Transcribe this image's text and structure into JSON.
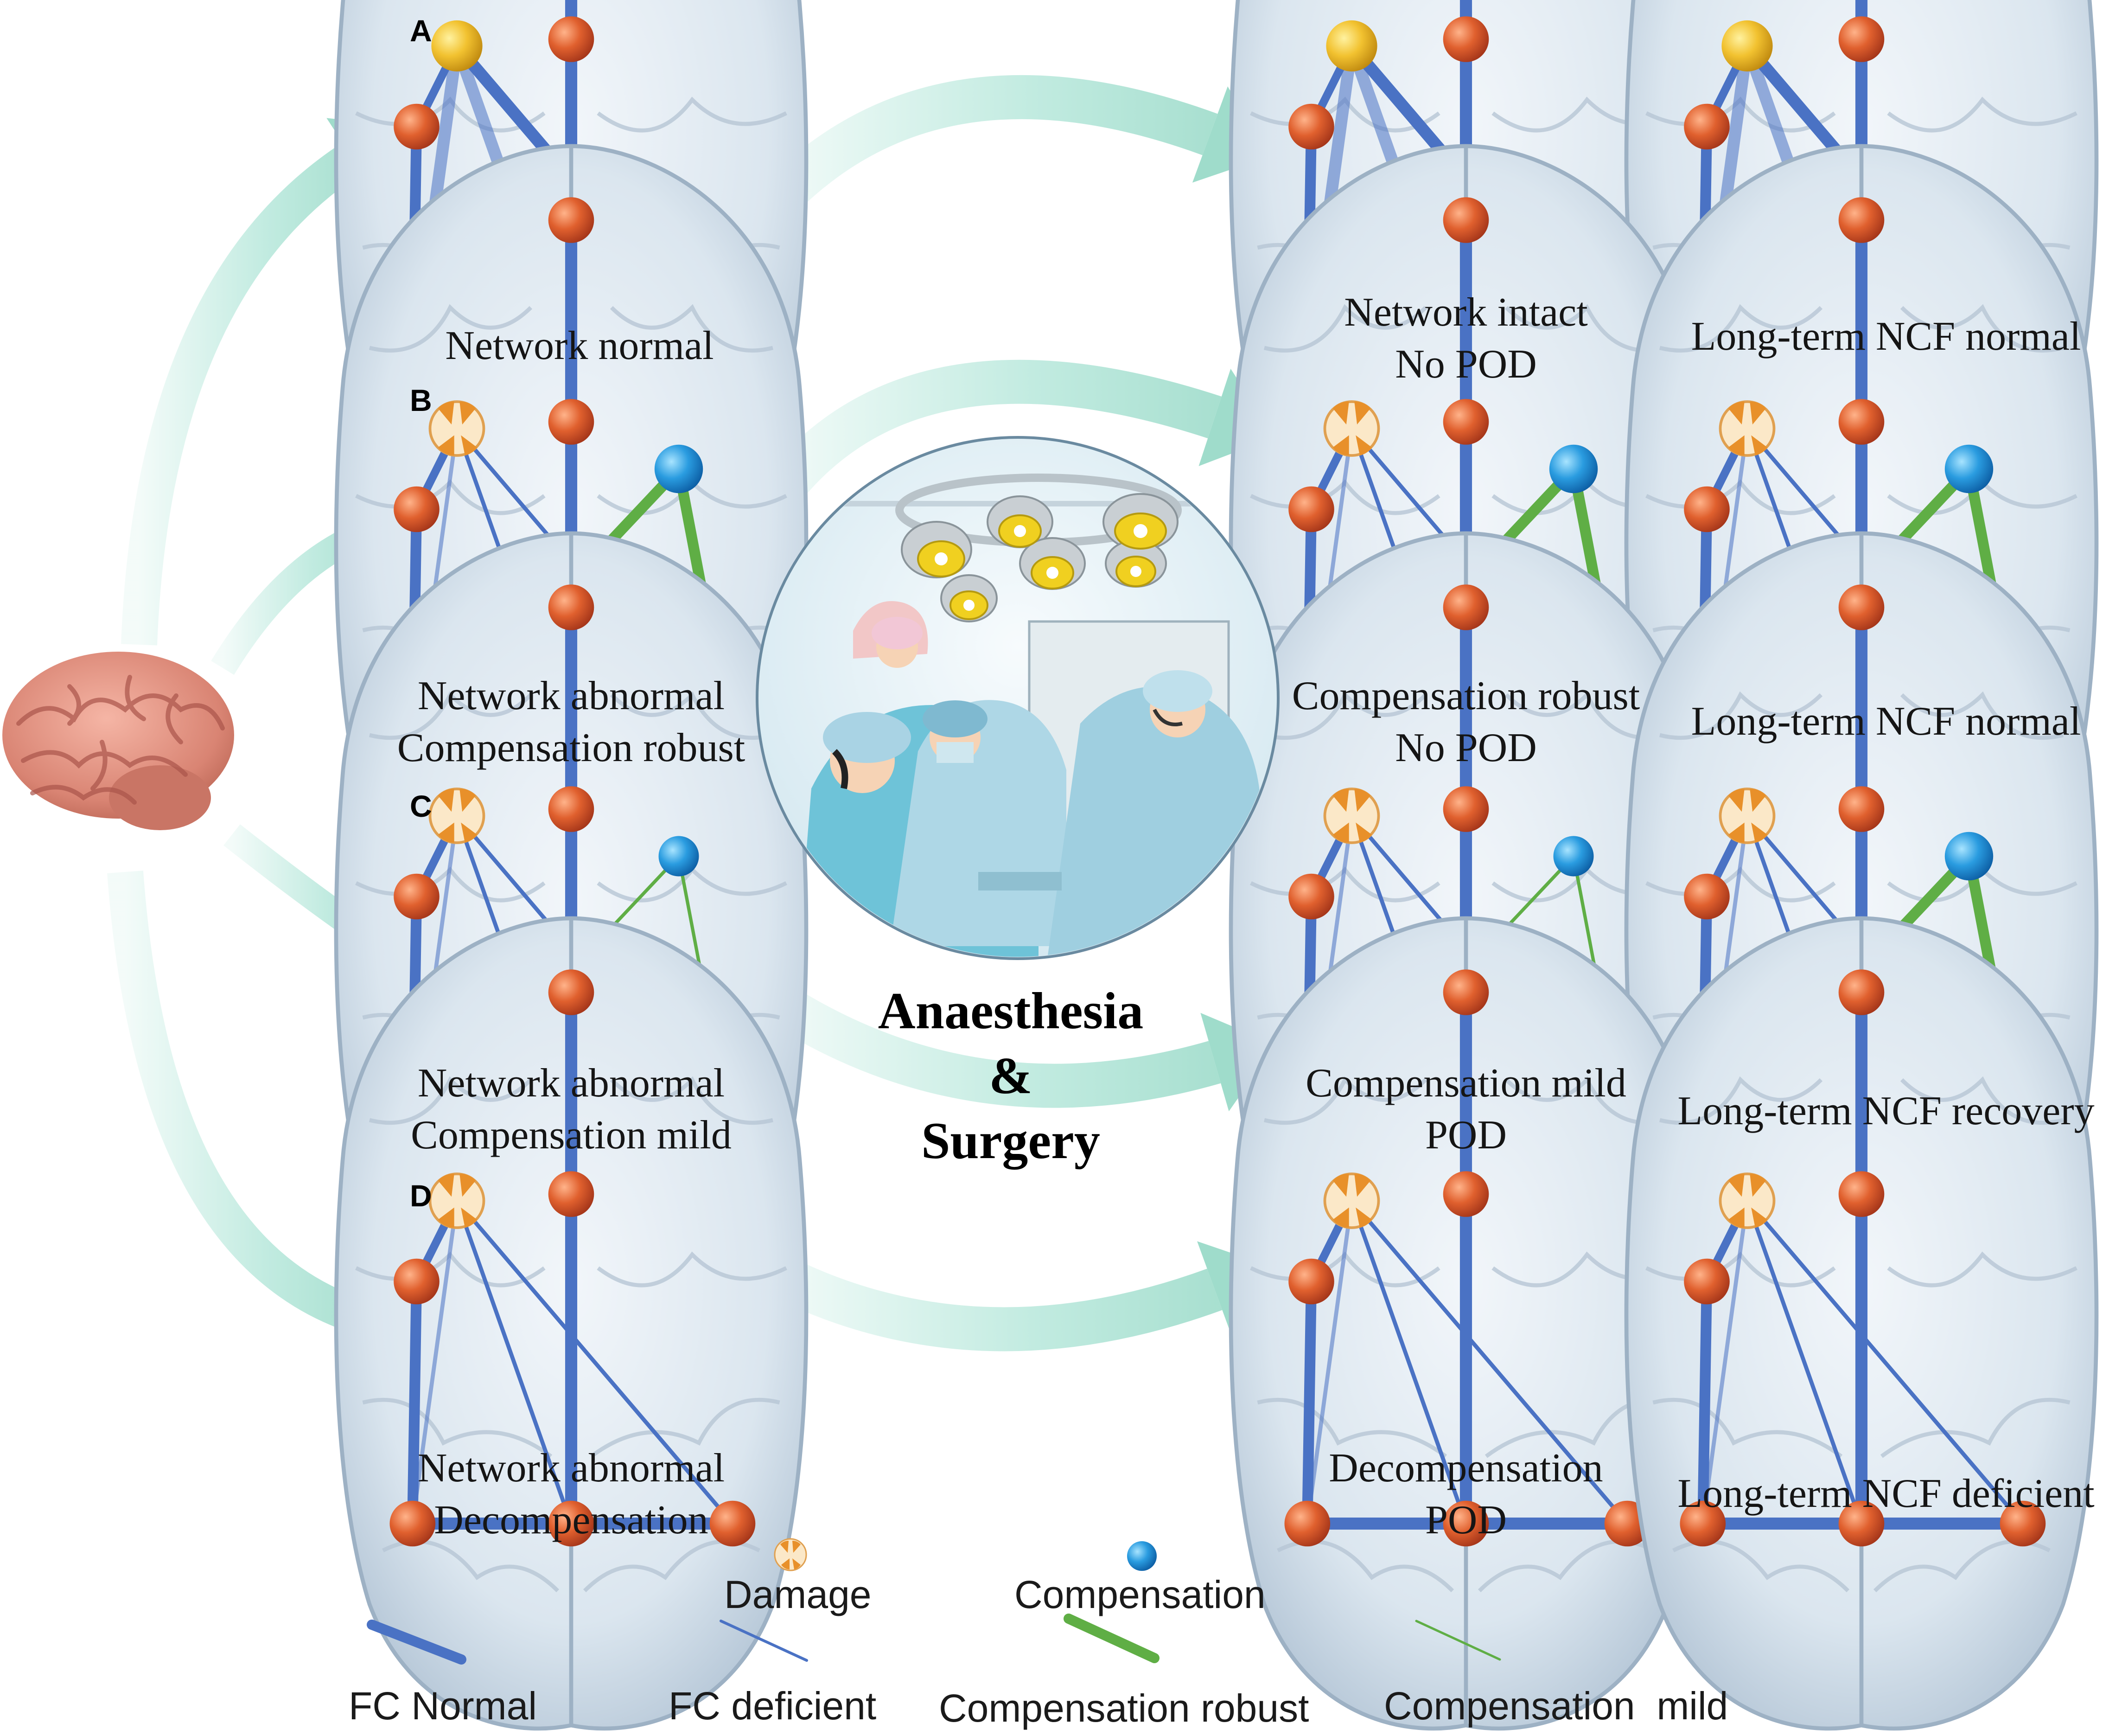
{
  "panels": [
    {
      "letter": "A",
      "start": "Network normal",
      "mid": [
        "Network intact",
        "No POD"
      ],
      "end": "Long-term NCF normal"
    },
    {
      "letter": "B",
      "start": [
        "Network abnormal",
        "Compensation robust"
      ],
      "mid": [
        "Compensation robust",
        "No POD"
      ],
      "end": "Long-term NCF normal"
    },
    {
      "letter": "C",
      "start": [
        "Network abnormal",
        "Compensation mild"
      ],
      "mid": [
        "Compensation mild",
        "POD"
      ],
      "end": "Long-term NCF recovery"
    },
    {
      "letter": "D",
      "start": [
        "Network abnormal",
        "Decompensation"
      ],
      "mid": [
        "Decompensation",
        "POD"
      ],
      "end": "Long-term NCF deficient"
    }
  ],
  "center": {
    "line1": "Anaesthesia",
    "line2": "&",
    "line3": "Surgery"
  },
  "legend": {
    "damage": "Damage",
    "compensation": "Compensation",
    "fc_normal": "FC Normal",
    "fc_deficient": "FC deficient",
    "comp_robust": "Compensation robust",
    "comp_mild": "Compensation  mild"
  },
  "colors": {
    "arrow": "#a9e3d4",
    "fc_normal": "#4a72c4",
    "compensation_line": "#5fae45",
    "node": "#d85a2e",
    "normal_node": "#f2c230",
    "compensation_node": "#2a9ce0",
    "damage_node": "#e8a030",
    "brain_fill": "#dfe9f2"
  }
}
